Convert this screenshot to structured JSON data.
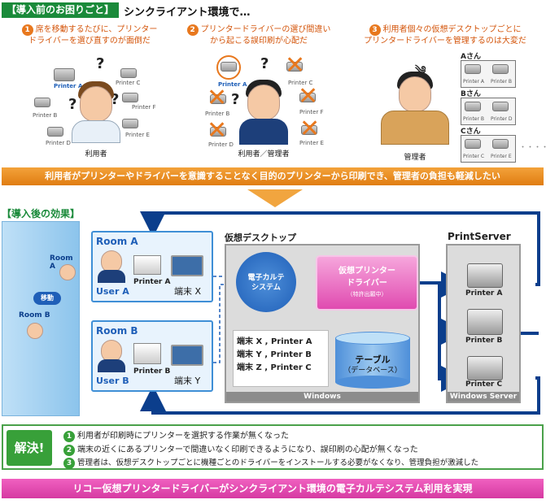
{
  "top": {
    "badge": "【導入前のお困りごと】",
    "title": "シンクライアント環境で…"
  },
  "issues": [
    {
      "num": "1",
      "line1": "席を移動するたびに、プリンター",
      "line2": "ドライバーを選び直すのが面倒だ"
    },
    {
      "num": "2",
      "line1": "プリンタードライバーの選び間違い",
      "line2": "から起こる誤印刷が心配だ"
    },
    {
      "num": "3",
      "line1": "利用者個々の仮想デスクトップごとに",
      "line2": "プリンタードライバーを管理するのは大変だ"
    }
  ],
  "scene1": {
    "printers": [
      "Printer A",
      "Printer B",
      "Printer C",
      "Printer D",
      "Printer E",
      "Printer F"
    ],
    "qmark": "?",
    "role": "利用者"
  },
  "scene2": {
    "printers": [
      "Printer A",
      "Printer B",
      "Printer C",
      "Printer D",
      "Printer E",
      "Printer F"
    ],
    "role": "利用者／管理者"
  },
  "scene3": {
    "groups": [
      {
        "label": "Aさん",
        "printers": [
          "Printer A",
          "Printer B"
        ]
      },
      {
        "label": "Bさん",
        "printers": [
          "Printer B",
          "Printer D"
        ]
      },
      {
        "label": "Cさん",
        "printers": [
          "Printer C",
          "Printer E"
        ]
      }
    ],
    "ellipsis": "・・・・",
    "role": "管理者"
  },
  "banner": "利用者がプリンターやドライバーを意識することなく目的のプリンターから印刷でき、管理者の負担も軽減したい",
  "effect_title": "【導入後の効果】",
  "building": {
    "room_a": "Room A",
    "room_b": "Room B",
    "move": "移動"
  },
  "rooms": [
    {
      "title": "Room A",
      "user": "User A",
      "printer": "Printer A",
      "terminal": "端末 X"
    },
    {
      "title": "Room B",
      "user": "User B",
      "printer": "Printer B",
      "terminal": "端末 Y"
    }
  ],
  "virtual_desktop": {
    "title": "仮想デスクトップ",
    "ehr": "電子カルテ\nシステム",
    "ehr_l1": "電子カルテ",
    "ehr_l2": "システム",
    "driver_l1": "仮想プリンター",
    "driver_l2": "ドライバー",
    "patent": "（特許出願中）",
    "mappings": [
      "端末 X , Printer A",
      "端末 Y , Printer B",
      "端末 Z , Printer C"
    ],
    "table_l1": "テーブル",
    "table_l2": "（データベース）",
    "footer": "Windows"
  },
  "print_server": {
    "title": "PrintServer",
    "printers": [
      "Printer A",
      "Printer B",
      "Printer C"
    ],
    "footer": "Windows Server"
  },
  "solution": {
    "badge": "解決!",
    "items": [
      {
        "num": "1",
        "text": "利用者が印刷時にプリンターを選択する作業が無くなった"
      },
      {
        "num": "2",
        "text": "端末の近くにあるプリンターで間違いなく印刷できるようになり、誤印刷の心配が無くなった"
      },
      {
        "num": "3",
        "text": "管理者は、仮想デスクトップごとに機種ごとのドライバーをインストールする必要がなくなり、管理負担が激減した"
      }
    ]
  },
  "bottom_banner": "リコー仮想プリンタードライバーがシンクライアント環境の電子カルテシステム利用を実現",
  "colors": {
    "green": "#1a8a3a",
    "orange": "#e8781e",
    "blue": "#1f5fb8",
    "pink": "#e04bb0",
    "navy": "#0b3e8c"
  }
}
